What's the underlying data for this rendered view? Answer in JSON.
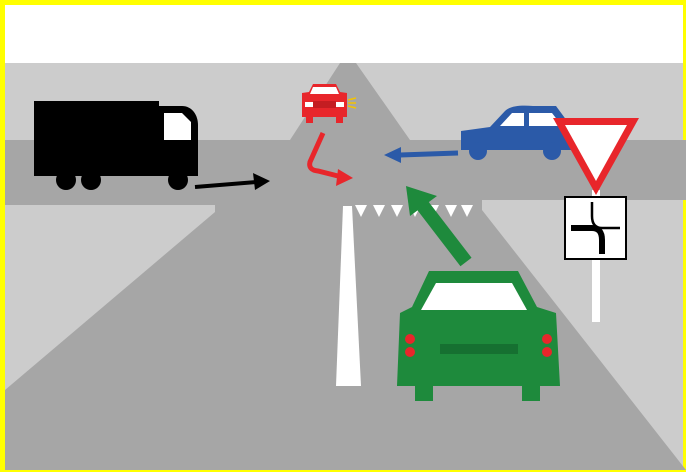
{
  "colors": {
    "frame": "#ffff00",
    "sky": "#ffffff",
    "verge": "#cccccc",
    "road": "#a6a6a6",
    "truck": "#000000",
    "red_car": "#e8262b",
    "blue_car": "#2b5aa8",
    "green_car": "#1e8a3c",
    "yield_border": "#e8262b",
    "lane_marking": "#ffffff"
  },
  "elements": {
    "truck": {
      "icon": "truck-icon",
      "motion": "straight-right"
    },
    "red_car": {
      "icon": "car-front-icon",
      "motion": "left-turn",
      "signal": "turn-indicator"
    },
    "blue_car": {
      "icon": "car-side-icon",
      "motion": "straight-left"
    },
    "green_car": {
      "icon": "car-rear-icon",
      "motion": "straight-ahead-left"
    },
    "yield_sign": {
      "icon": "yield-triangle-icon"
    },
    "priority_plate": {
      "icon": "priority-road-bend-icon"
    }
  }
}
